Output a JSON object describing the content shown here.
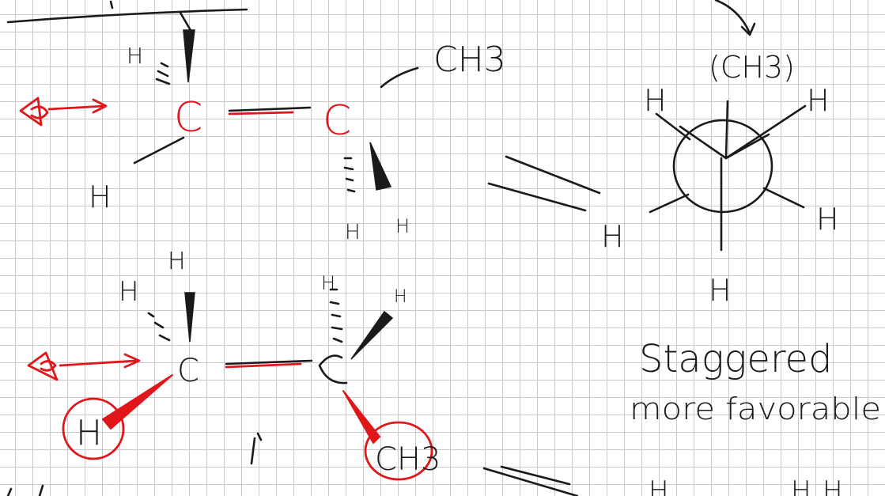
{
  "labels": {
    "top_ch3": "CH3",
    "top_newman_ch3": "(CH3)",
    "h": "H",
    "c": "C",
    "bottom_ch3": "CH3",
    "staggered": "Staggered",
    "more_favorable": "more favorable"
  },
  "colors": {
    "ink": "#1a1a1a",
    "red": "#e0161b",
    "grid": "#c9c9c9"
  }
}
